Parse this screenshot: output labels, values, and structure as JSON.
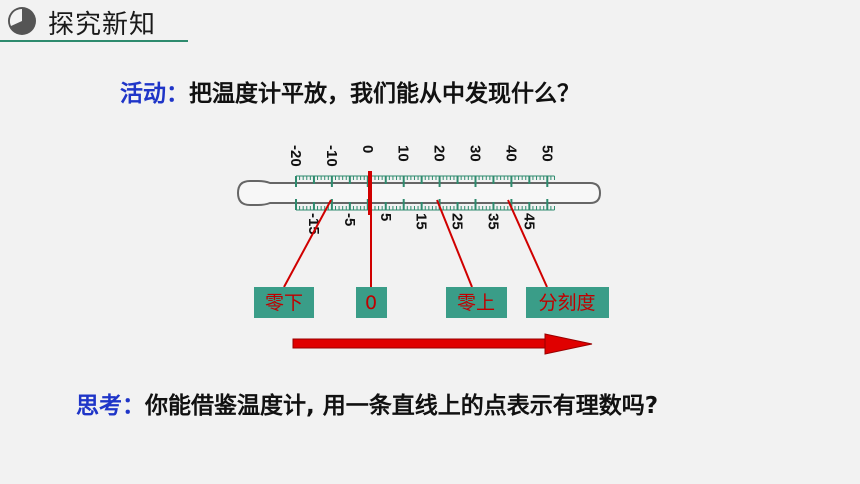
{
  "header": {
    "title": "探究新知",
    "icon": "pie-chart-icon",
    "accent": "#2e8b6e"
  },
  "activity": {
    "label": "活动：",
    "text": "把温度计平放，我们能从中发现什么？"
  },
  "think": {
    "label": "思考：",
    "text": "你能借鉴温度计, 用一条直线上的点表示有理数吗?"
  },
  "thermometer": {
    "top_labels": [
      "-20",
      "-10",
      "0",
      "10",
      "20",
      "30",
      "40",
      "50"
    ],
    "bottom_labels": [
      "-15",
      "-5",
      "5",
      "15",
      "25",
      "35",
      "45"
    ],
    "red_mark_color": "#d00000",
    "tick_color": "#2e8b6e"
  },
  "boxes": [
    {
      "label": "零下"
    },
    {
      "label": "0"
    },
    {
      "label": "零上"
    },
    {
      "label": "分刻度"
    }
  ],
  "colors": {
    "box_fill": "#3a9d88",
    "box_text": "#c00000",
    "arrow": "#e00000",
    "label_blue": "#1f35c8"
  }
}
